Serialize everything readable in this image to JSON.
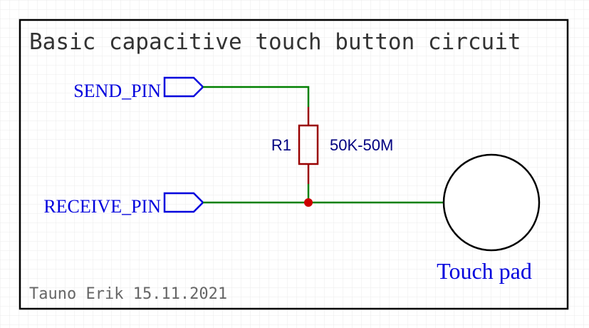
{
  "title": "Basic capacitive touch button circuit",
  "author_line": "Tauno Erik 15.11.2021",
  "pins": {
    "send": "SEND_PIN",
    "receive": "RECEIVE_PIN"
  },
  "resistor": {
    "ref": "R1",
    "value": "50K-50M"
  },
  "pad_label": "Touch pad",
  "colors": {
    "wire": "#008000",
    "resistor": "#990000",
    "junction": "#cc0000",
    "pin": "#0000dd",
    "border": "#000000",
    "grid": "#e8e8e8"
  }
}
